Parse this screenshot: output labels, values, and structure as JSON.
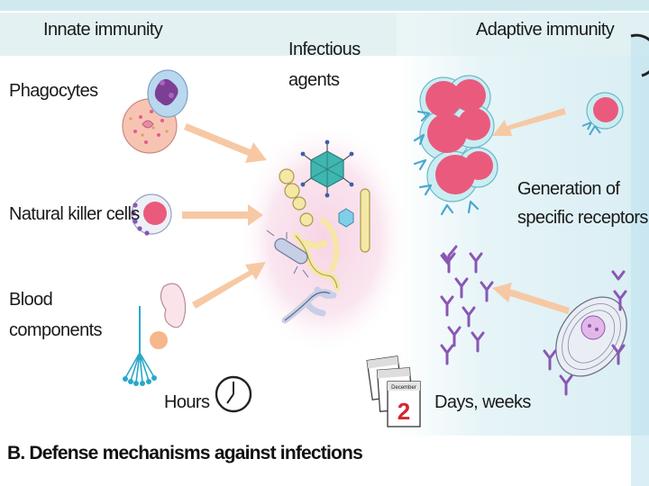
{
  "headers": {
    "innate": "Innate immunity",
    "agents_line1": "Infectious",
    "agents_line2": "agents",
    "adaptive": "Adaptive immunity"
  },
  "innate_items": {
    "phagocytes": "Phagocytes",
    "nk_cells": "Natural killer cells",
    "blood_line1": "Blood",
    "blood_line2": "components"
  },
  "adaptive_items": {
    "receptors_line1": "Generation of",
    "receptors_line2": "specific receptors"
  },
  "timing": {
    "innate": "Hours",
    "adaptive": "Days, weeks"
  },
  "calendar": {
    "month": "December",
    "day": "2"
  },
  "caption": "B. Defense mechanisms against infections",
  "colors": {
    "header_band": "#e3f1f2",
    "adaptive_bg": "#dff0f4",
    "arrow": "#f6c9a4",
    "cell_pink": "#e84d78",
    "receptor_cyan": "#9fd6e6",
    "antibody_purple": "#8a56b4",
    "infection_glow": "#f3cfe0"
  },
  "icons": [
    "phagocyte-cells-icon",
    "nk-cell-icon",
    "blood-components-icon",
    "clock-icon",
    "virus-icon",
    "bacteria-icon",
    "b-cells-icon",
    "antibodies-icon",
    "plasma-cell-icon",
    "calendar-icon"
  ]
}
